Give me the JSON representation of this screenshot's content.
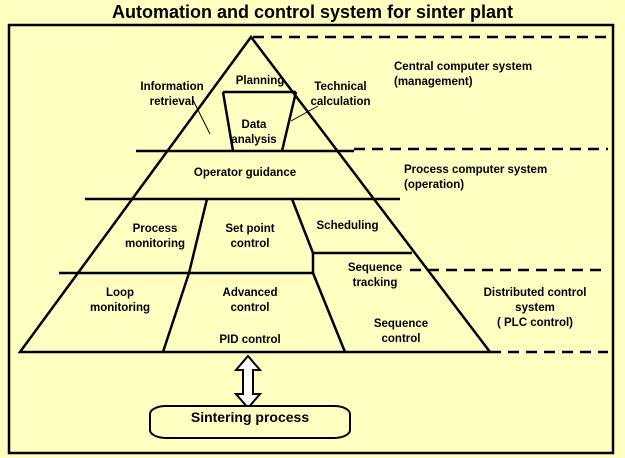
{
  "title": "Automation and control system for sinter plant",
  "pyramid": {
    "level1": {
      "planning": "Planning",
      "information_retrieval": [
        "Information",
        "retrieval"
      ],
      "data_analysis": [
        "Data",
        "analysis"
      ],
      "technical_calculation": [
        "Technical",
        "calculation"
      ]
    },
    "level2": {
      "operator_guidance": "Operator guidance"
    },
    "level3": {
      "process_monitoring": [
        "Process",
        "monitoring"
      ],
      "set_point_control": [
        "Set point",
        "control"
      ],
      "scheduling": "Scheduling",
      "sequence_tracking": [
        "Sequence",
        "tracking"
      ]
    },
    "level4": {
      "loop_monitoring": [
        "Loop",
        "monitoring"
      ],
      "advanced_control": [
        "Advanced",
        "control"
      ],
      "pid_control": "PID control",
      "sequence_control": [
        "Sequence",
        "control"
      ]
    }
  },
  "systems": {
    "central": [
      "Central computer system",
      "(management)"
    ],
    "process": [
      "Process computer system",
      "(operation)"
    ],
    "distributed": [
      "Distributed control",
      "system",
      "( PLC control)"
    ]
  },
  "process_box": "Sintering process",
  "colors": {
    "background": "#FFFFC2",
    "line": "#000000"
  }
}
